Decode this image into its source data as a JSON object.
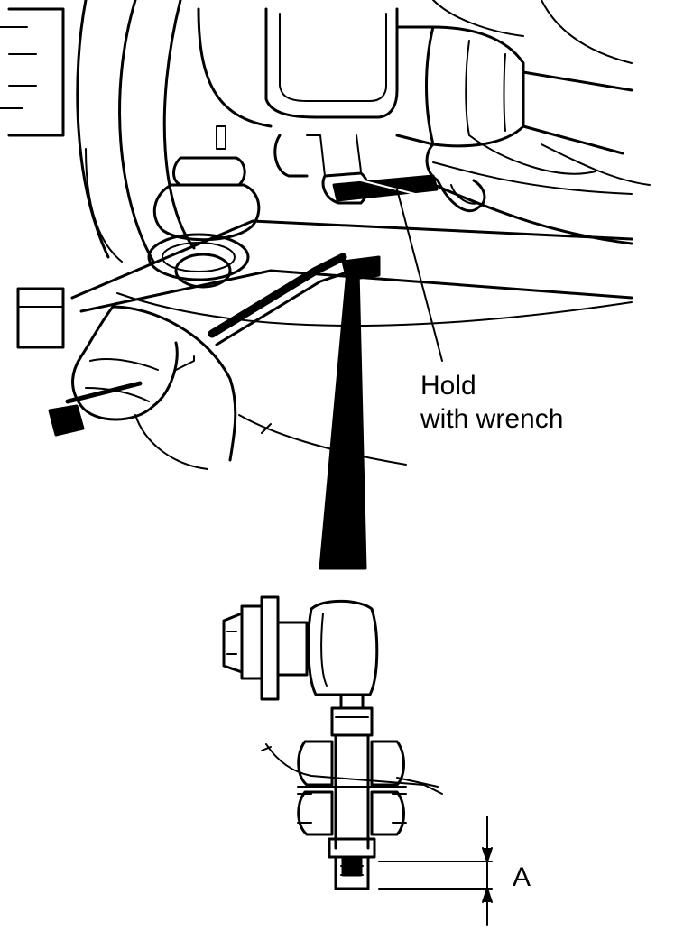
{
  "annotations": {
    "hold_label_line1": "Hold",
    "hold_label_line2": "with wrench",
    "dimension_label": "A"
  },
  "colors": {
    "ink": "#000000",
    "paper": "#ffffff"
  }
}
